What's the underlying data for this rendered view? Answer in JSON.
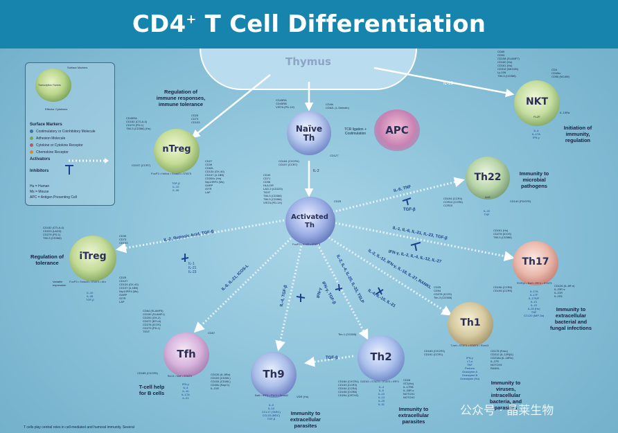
{
  "title": "CD4",
  "title_sup": "+",
  "title_rest": " T Cell Differentiation",
  "thymus": "Thymus",
  "legend": {
    "cell_top": "Surface Markers",
    "cell_side": "Transcription Factors",
    "cell_bottom": "Effector Cytokines",
    "surface_markers": "Surface Markers",
    "items": [
      "Costimulatory or Coinhibitory Molecule",
      "Adhesion Molecule",
      "Cytokine or Cytokine Receptor",
      "Chemokine Receptor"
    ],
    "activators": "Activators",
    "inhibitors": "Inhibitors",
    "hu": "Hu = Human",
    "ms": "Ms = Mouse",
    "apc": "APC = Antigen Presenting Cell"
  },
  "cells": {
    "naive": {
      "label": "Naïve Th",
      "markers_left": [
        "CD45RA",
        "CD45RB",
        "VISTA (PD-1H)"
      ],
      "markers_right": [
        "CD4hi",
        "CD62L (L-Selectin)"
      ],
      "markers_bottom": [
        "CD184 (CXCR4)",
        "CD197 (CCR7)"
      ],
      "marker_extra": "CD127"
    },
    "apc": {
      "label": "APC"
    },
    "nkt": {
      "label": "NKT",
      "markers_top": [
        "CD69",
        "CD94",
        "CD158 (SLAMF7)",
        "CD160 (Hu)",
        "CD161 (Hu)",
        "CD314 (NKG2D)",
        "Ly-108",
        "TIM-3 (CD366)"
      ],
      "markers_right": [
        "CD4",
        "CD40lo",
        "CD56 (NCAM)"
      ],
      "tf": "PLZF",
      "cytokines": [
        "IL-4",
        "IL-17A",
        "IFN-γ"
      ],
      "ext": "IL-15Ra"
    },
    "ntreg": {
      "label": "nTreg",
      "markers_top": [
        "CD25",
        "CD73",
        "CD103"
      ],
      "markers_left": [
        "CD45RA",
        "CD152 (CTLA-4)",
        "CD279 (PD-1)",
        "TIM-3 (CD366) (Hu)"
      ],
      "markers_right": [
        "CD27",
        "CD39",
        "CD62L",
        "CD134 (OX-40)",
        "CD137 (4-1BB)",
        "CD300c (Hu)",
        "Nrp1/IRF4 (Ms)",
        "GARP",
        "GITR",
        "LAP"
      ],
      "tf": "FoxP3 • Helios • Smad3 • STAT5",
      "bottom_marker": "CD197 (CCR7)",
      "cytokines": [
        "TGF-β",
        "IL-10",
        "IL-35"
      ]
    },
    "activated": {
      "label": "Activated Th",
      "markers_left": [
        "CD40",
        "CD71",
        "CD98",
        "HLA-DR",
        "LAG-3 (CD223)",
        "TIGIT",
        "TIM-3 (CD366)",
        "TIM-3 (CD366)",
        "VISTA (PD-1H)"
      ],
      "marker_extra": "CD25",
      "tf": "FoxP3 • Ki-67 • STAT5"
    },
    "th22": {
      "label": "Th22",
      "markers": [
        "CD194 (CCR4)",
        "CCR10 (CCR6)",
        "CCR10"
      ],
      "ext": "CD140 (PDGFR)",
      "tf": "AhR",
      "cytokines": [
        "IL-22",
        "TNF"
      ]
    },
    "itreg": {
      "label": "iTreg",
      "markers_left": [
        "CD152 (CTLA-4)",
        "CD223 (LAG3)",
        "CD279 (PD-1)",
        "TIM-3 (CD366)"
      ],
      "markers_right": [
        "CD39",
        "CD73",
        "CD103"
      ],
      "markers_right2": [
        "CD25",
        "CD127",
        "CD134 (OX-40)",
        "CD137 (4-1BB)",
        "Nrp1/IRF4 (Ms)",
        "GARP",
        "GITR",
        "LAP"
      ],
      "tf": "FoxP3 • Smad3 • STAT5 • Ahr",
      "cytokines": [
        "IL-10",
        "IL-35",
        "TGF-β"
      ],
      "note_small": "Variable expression"
    },
    "th17": {
      "label": "Th17",
      "markers_top": [
        "CD161 (Hu)",
        "CD278 (ICOS)",
        "TIM-3 (CD366)"
      ],
      "markers_left": [
        "CD196 (CCR6)",
        "CD195 (CCR5)"
      ],
      "markers_right": [
        "CD126 (IL-6R α)",
        "IL-23R α",
        "IL-21R",
        "IL-1R1"
      ],
      "tf": "RORγt • Batf • IRF4 • STAT3",
      "cytokines": [
        "IL-17A",
        "IL-17F",
        "IL-17A/F",
        "IL-21",
        "IL-22",
        "IL-26 (Hu)",
        "TNF",
        "CCL20 (MIP-3α)"
      ]
    },
    "tfh": {
      "label": "Tfh",
      "markers_top": [
        "CD84 (SLAMF5)",
        "CD150 (SLAMF1)",
        "CD200 (OX-2)",
        "CD272 (BTLA)",
        "CD278 (ICOS)",
        "CD279 (PD-1)",
        "TIGIT"
      ],
      "ext": "CD57",
      "markers_left": [
        "CD185 (CXCR5)"
      ],
      "markers_right": [
        "CD126 (IL-6Rα)",
        "CD153 (CD30L)",
        "CD154 (CD40L)",
        "CD30k (Sapl 1)",
        "IL-21R"
      ],
      "tf": "Bcl-6 • Maf • STAT3",
      "cytokines": [
        "IFN-γ",
        "IL-4",
        "IL-10",
        "IL-17A",
        "IL-21"
      ]
    },
    "th9": {
      "label": "Th9",
      "tf": "Batf • IRF4 • PU.1 • Smad2",
      "cytokines": [
        "IL-9",
        "IL-10",
        "CCL17 (TARC)",
        "CCL22 (MDC)",
        "TGF-β"
      ],
      "ext": "VDR (Hu)"
    },
    "th2": {
      "label": "Th2",
      "markers_top": [
        "Tim-1 (CD365)"
      ],
      "markers_left": [
        "CD184 (CXCR4)",
        "CD193 (CCR3)",
        "CD194 (CCR4)",
        "CD198 (CCR8)",
        "CD294 (CRTH2)"
      ],
      "markers_right": [
        "CD28",
        "ST2(Hu)",
        "IL-17RB",
        "IL-33R α",
        "NOTCH1",
        "NOTCH2"
      ],
      "tf": "GATA3 • STAT5 • STAT6 • IRF4",
      "cytokines": [
        "IL-4",
        "IL-5",
        "IL-10",
        "IL-13",
        "IL-25",
        "IL-31"
      ]
    },
    "th1": {
      "label": "Th1",
      "markers_top": [
        "CD25",
        "CD94",
        "CD278 (ICOS)",
        "Tim-3 (CD366)"
      ],
      "markers_left": [
        "CD183 (CXCR3)",
        "CD191 (CCR1)"
      ],
      "markers_right": [
        "CD178 (FasL)",
        "CD212 (IL-12Rβ1)",
        "CD218a (IL-18Rα)",
        "IL-27R",
        "NOTCH3",
        "RANKL"
      ],
      "tf": "T-bet • STAT1 • STAT4 • Runx3",
      "cytokines": [
        "IFN-γ",
        "LT-α",
        "TNF",
        "Perforin",
        "Granzyme A",
        "Granzyme B",
        "Granulysin (Hu)"
      ]
    }
  },
  "notes": {
    "nkt": "Initiation of immunity, regulation",
    "ntreg": "Regulation of immune responses, immune tolerance",
    "itreg": "Regulation of tolerance",
    "th22": "Immunity to microbial pathogens",
    "th17": "Immunity to extracellular bacterial and fungal infections",
    "th1": "Immunity to viruses, intracellular bacteria, and parasites",
    "th2": "Immunity to extracellular parasites",
    "th9": "Immunity to extracellular parasites",
    "tfh": "T-cell help for B cells"
  },
  "edges": {
    "il15": "IL-15",
    "tcr": "TCR ligation + Costimulation",
    "il2": "IL-2",
    "itreg": "IL-2, Retinoic Acid, TGF-β",
    "itreg_inhib": [
      "IL-1",
      "IL-21",
      "IL-23"
    ],
    "th22": "IL-6, TNF",
    "th22_inhib": "TGF-β",
    "th17": "IL-1, IL-6, IL-21, IL-23, TGF-β",
    "th17_inhib": "IFN-γ, IL-2, IL-4, IL-12, IL-27",
    "th1": "IL-2, IL-12, IFN-γ, IL-18, IL-27, RANKL",
    "th1_inhib": "IL-4, IL-10, IL-21",
    "th2": "IL-2, IL-4, IL-25, IL-33, TSLP",
    "th2_inhib": "IFN-γ, TGF-β",
    "th9": "IL-4, TGF-β",
    "th9_inhib": "IFN-γ",
    "th9b": "TGF-β",
    "tfh": "IL-6, IL-21, ICOS-L"
  },
  "footer": "T cells play central roles in cell-mediated and humoral immunity. Several",
  "watermark": "公众号 · 晶莱生物"
}
